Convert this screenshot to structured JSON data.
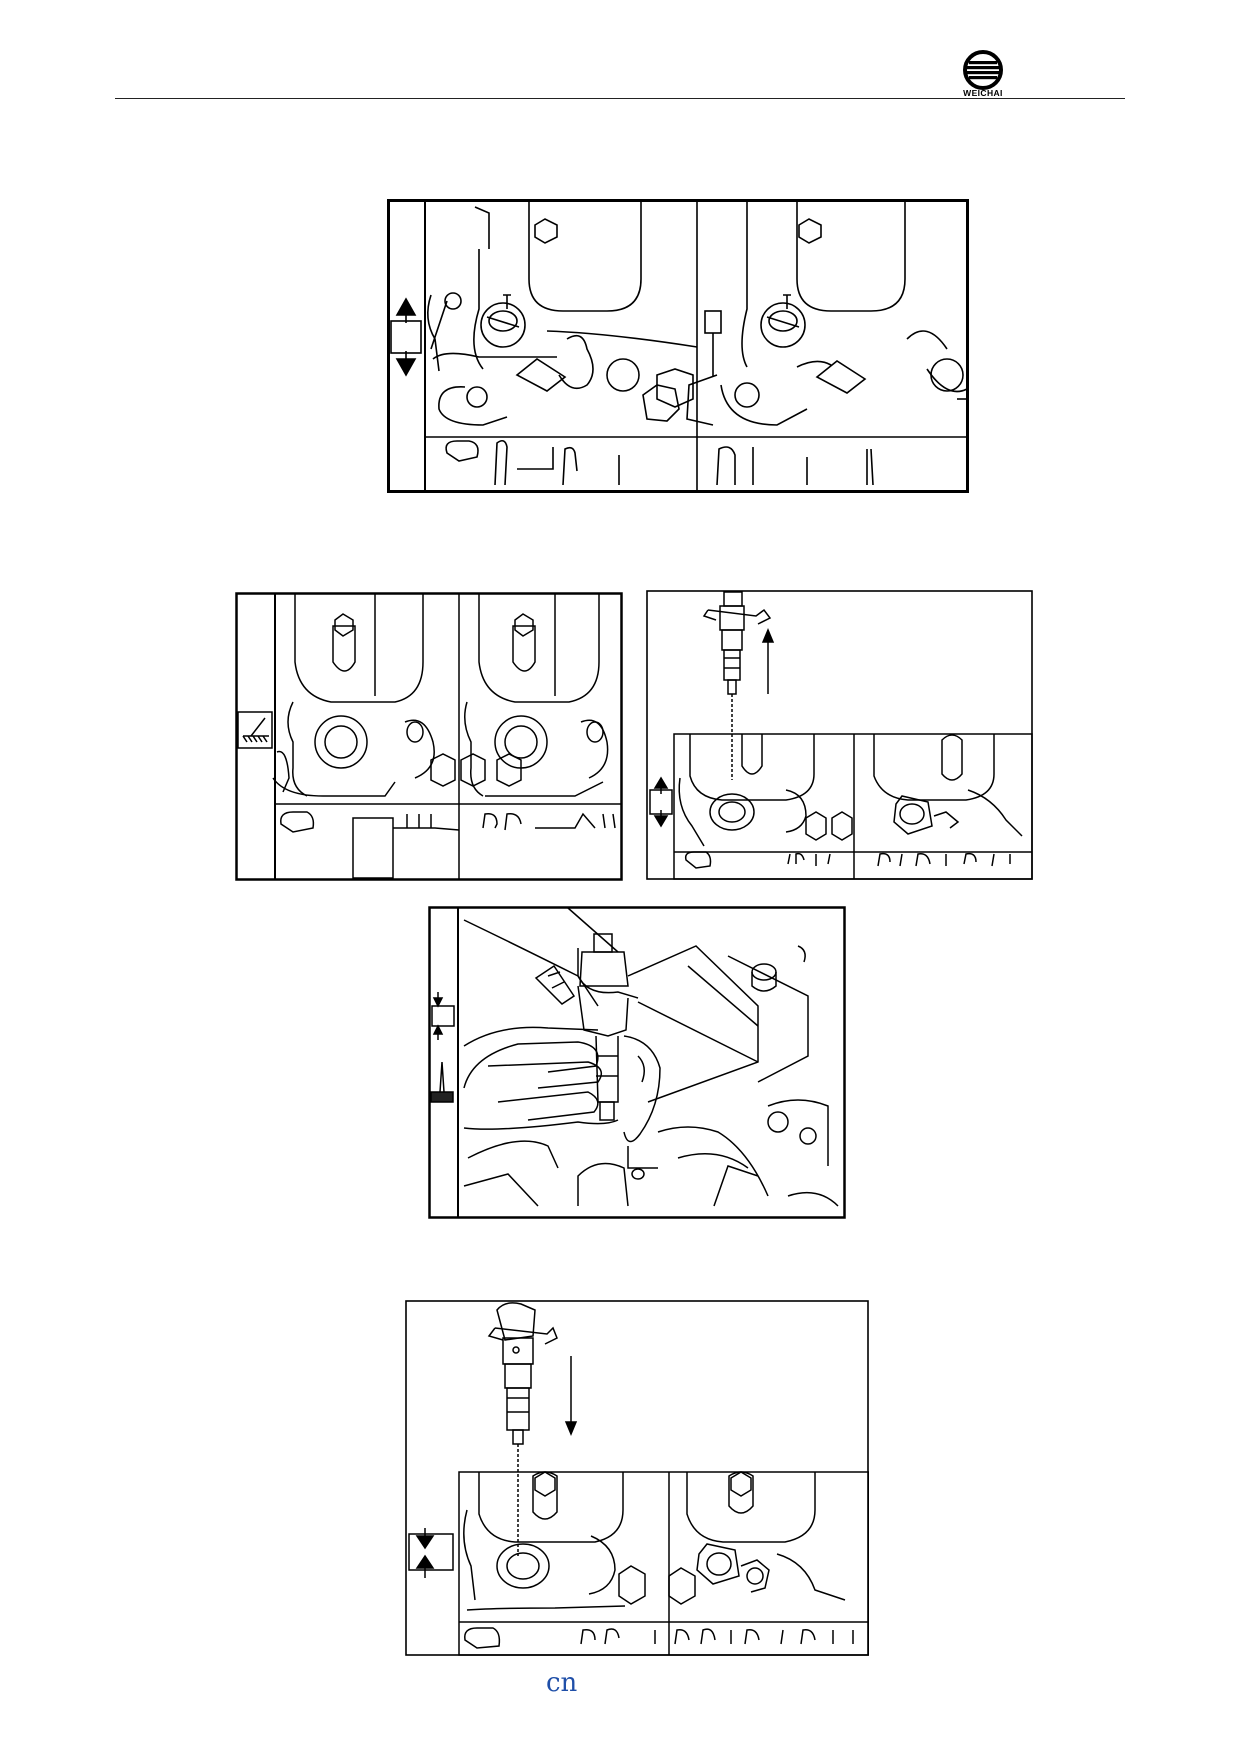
{
  "header": {
    "logo_text": "WEICHAI",
    "brand_color": "#000000"
  },
  "figures": [
    {
      "id": "fig-injector-clamp",
      "icon": "up-down-arrows-icon",
      "stroke": "#000000"
    },
    {
      "id": "fig-injector-bores",
      "icon": "scraper-cleaning-icon",
      "stroke": "#000000"
    },
    {
      "id": "fig-injector-removal",
      "icon": "up-down-arrows-icon",
      "stroke": "#000000"
    },
    {
      "id": "fig-injector-hand-fit",
      "icon": "press-and-brush-icon",
      "stroke": "#000000"
    },
    {
      "id": "fig-injector-install",
      "icon": "down-up-arrows-icon",
      "stroke": "#000000"
    }
  ],
  "footer": {
    "page_mark": "cn",
    "mark_color": "#1f4fa8"
  }
}
